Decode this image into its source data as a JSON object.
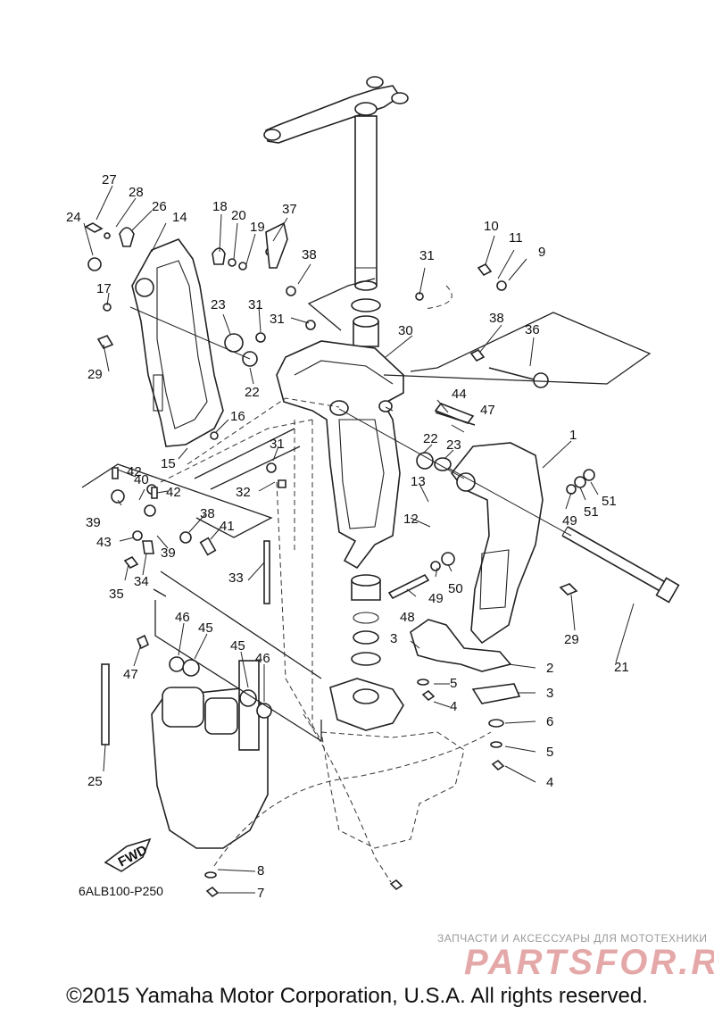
{
  "diagram": {
    "drawing_code": "6ALB100-P250",
    "fwd_label": "FWD",
    "copyright": "©2015 Yamaha Motor Corporation, U.S.A. All rights reserved.",
    "watermark": {
      "tagline": "ЗАПЧАСТИ И АКСЕССУАРЫ ДЛЯ МОТОТЕХНИКИ",
      "logo": "PARTSFOR.RU"
    },
    "callouts": [
      "1",
      "2",
      "3",
      "4",
      "5",
      "6",
      "7",
      "8",
      "9",
      "10",
      "11",
      "12",
      "13",
      "14",
      "15",
      "16",
      "17",
      "18",
      "19",
      "20",
      "21",
      "22",
      "23",
      "24",
      "25",
      "26",
      "27",
      "28",
      "29",
      "30",
      "31",
      "32",
      "33",
      "34",
      "35",
      "36",
      "37",
      "38",
      "39",
      "40",
      "41",
      "42",
      "43",
      "44",
      "45",
      "46",
      "47",
      "48",
      "49",
      "50",
      "51"
    ]
  }
}
